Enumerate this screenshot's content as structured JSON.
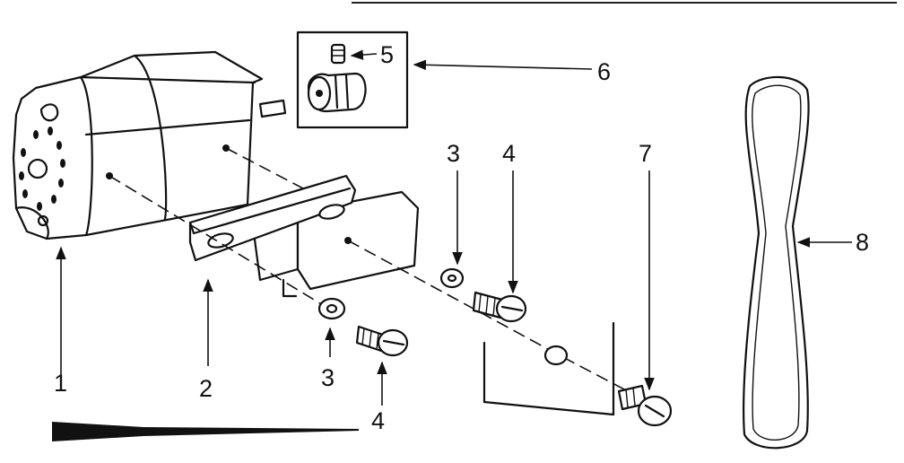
{
  "callouts": {
    "c1": "1",
    "c2": "2",
    "c3a": "3",
    "c3b": "3",
    "c4a": "4",
    "c4b": "4",
    "c5": "5",
    "c6": "6",
    "c7": "7",
    "c8": "8"
  }
}
